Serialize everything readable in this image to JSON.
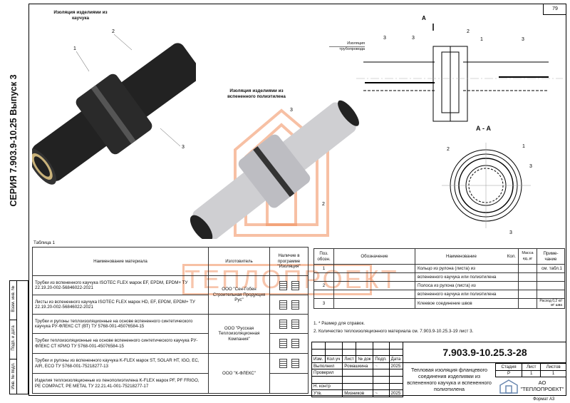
{
  "page_number": "79",
  "series_title": "СЕРИЯ 7.903.9-10.25 Выпуск 3",
  "stamp_column": [
    "Взам. инв. №",
    "Подп. и дата",
    "Инв. № подл."
  ],
  "figure1_caption": "Изоляция изделиями из каучука",
  "figure2_caption": "Изоляция изделиями из вспененного полиэтилена",
  "callouts": {
    "fig1": [
      "1",
      "2",
      "3"
    ],
    "fig2": [
      "3",
      "2"
    ],
    "section": [
      "3",
      "3",
      "2",
      "1",
      "3"
    ],
    "aa": [
      "2",
      "1",
      "3",
      "3"
    ]
  },
  "section_label": "А",
  "section_view_title": "А - А",
  "pipe_insulation_label": [
    "Изоляция",
    "трубопровода"
  ],
  "watermark_text": "ТЕПЛОПРОЕКТ",
  "table1": {
    "title": "Таблица 1",
    "headers": [
      "Наименование материала",
      "Изготовитель",
      "Наличие в программе \"Изоляция\""
    ],
    "rows": [
      {
        "name": "Трубки из вспененного каучука ISOTEC FLEX марок EF, EPDM, EPDM+ ТУ 22.19.20-002-56846022-2021"
      },
      {
        "name": "Листы из вспененного каучука ISOTEC FLEX марок HD, EF, EPDM, EPDM+ ТУ 22.19.20-002-56846022-2021"
      },
      {
        "name": "Трубки и рулоны теплоизоляционные на основе вспененного синтетического каучука РУ-ФЛЕКС СТ (ВТ) ТУ 5768-001-45076584-15"
      },
      {
        "name": "Трубки теплоизоляционные на основе вспененного синтетического каучука РУ-ФЛЕКС СТ КРИО ТУ 5768-001-45076584-15"
      },
      {
        "name": "Трубки и рулоны из вспененного каучука K-FLEX марок ST, SOLAR HT, IGO, EC, AIR, ECO ТУ 5768-001-75218277-13"
      },
      {
        "name": "Изделия теплоизоляционные из пенополиэтилена K-FLEX марок PF, PF FRIGO, PE COMPACT, PE METAL ТУ 22.21.41-001-75218277-17"
      }
    ],
    "manufacturers": [
      "ООО \"Сен-Гобен Строительная Продукция Рус\"",
      "ООО \"Русская Теплоизоляционная Компания\"",
      "ООО \"К-ФЛЕКС\""
    ]
  },
  "spec": {
    "headers": [
      "Поз. обозн.",
      "Обозначение",
      "Наименование",
      "Кол.",
      "Масса ед.,кг",
      "Приме-чание"
    ],
    "rows": [
      {
        "pos": "1",
        "name": "Кольцо из рулона (листа) из",
        "note": "см. табл.1"
      },
      {
        "pos": "",
        "name": "вспененного каучука или полиэтилена",
        "note": ""
      },
      {
        "pos": "2",
        "name": "Полоса из рулона (листа) из",
        "note": ""
      },
      {
        "pos": "",
        "name": "вспененного каучука или полиэтилена",
        "note": ""
      },
      {
        "pos": "3",
        "name": "Клеевое соединение швов",
        "note": "Расход 0,2 кг/м² шва"
      }
    ]
  },
  "notes": [
    "1. * Размер для справок.",
    "2. Количество теплоизоляционного материала см. 7.903.9-10.25.3-19 лист 3."
  ],
  "title_block": {
    "code": "7.903.9-10.25.3-28",
    "col_headers": [
      "Изм.",
      "Кол.уч",
      "Лист",
      "№ док",
      "Подп.",
      "Дата"
    ],
    "roles": [
      {
        "role": "Выполнил",
        "name": "Ромашкина",
        "date": "2025"
      },
      {
        "role": "Проверил",
        "name": "",
        "date": ""
      },
      {
        "role": "",
        "name": "",
        "date": ""
      },
      {
        "role": "Н. контр",
        "name": "",
        "date": ""
      },
      {
        "role": "Утв.",
        "name": "Мизников",
        "date": "2025"
      }
    ],
    "title": "Тепловая изоляция фланцевого соединения изделиями из вспененного каучука и вспененного полиэтилена",
    "stage_headers": [
      "Стадия",
      "Лист",
      "Листов"
    ],
    "stage_values": [
      "Р",
      "1",
      "1"
    ],
    "company": [
      "АО",
      "\"ТЕПЛОПРОЕКТ\""
    ],
    "format": "Формат А3"
  }
}
